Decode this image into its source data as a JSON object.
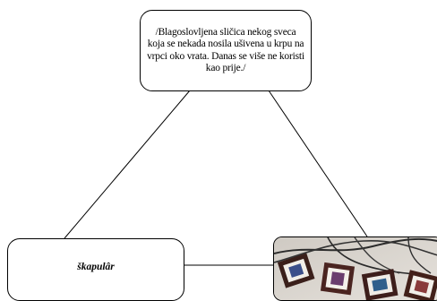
{
  "nodes": {
    "definition": {
      "text": "/Blagoslovljena sličica nekog sveca koja se nekada nosila ušivena u krpu na vrpci oko vrata. Danas se više ne koristi kao prije./"
    },
    "term": {
      "text": "škapulâr"
    },
    "picture": {
      "subject": "scapular-photo"
    }
  },
  "colors": {
    "line": "#000000",
    "box_border": "#000000",
    "background": "#ffffff"
  }
}
